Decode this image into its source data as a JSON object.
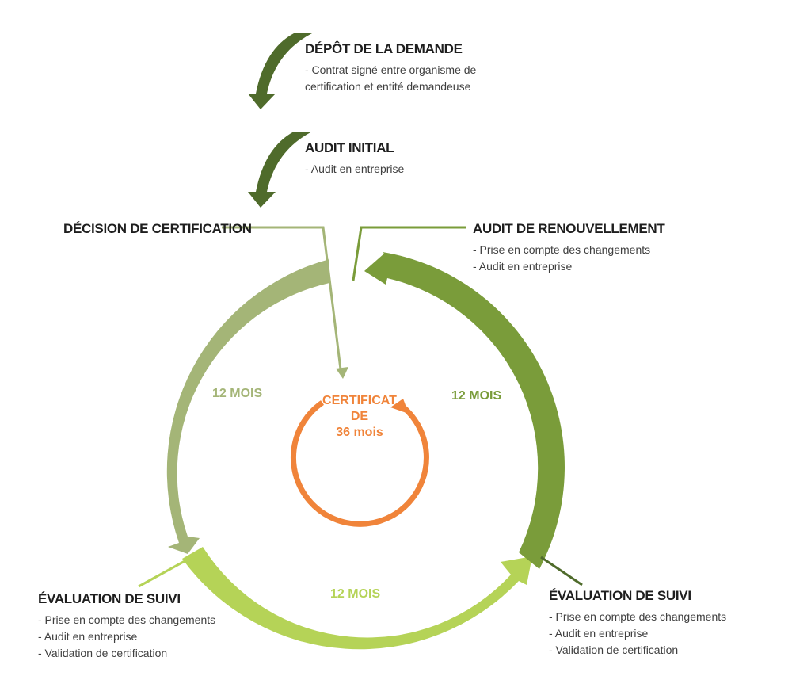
{
  "colors": {
    "dark_green": "#4f6b2b",
    "left_arc": "#a4b577",
    "right_arc": "#7a9c3a",
    "bottom_arc": "#b5d357",
    "center_orange": "#f0843a"
  },
  "steps": {
    "depot": {
      "title": "DÉPÔT DE LA DEMANDE",
      "lines": [
        "- Contrat signé entre organisme de",
        "certification et entité demandeuse"
      ]
    },
    "audit_initial": {
      "title": "AUDIT INITIAL",
      "lines": [
        "- Audit en entreprise"
      ]
    },
    "decision": {
      "title": "DÉCISION DE CERTIFICATION"
    },
    "renouvellement": {
      "title": "AUDIT DE RENOUVELLEMENT",
      "lines": [
        "- Prise en compte des changements",
        "- Audit en entreprise"
      ]
    },
    "suivi_left": {
      "title": "ÉVALUATION DE SUIVI",
      "lines": [
        "- Prise en compte des changements",
        "- Audit en entreprise",
        "- Validation de certification"
      ]
    },
    "suivi_right": {
      "title": "ÉVALUATION DE SUIVI",
      "lines": [
        "- Prise en compte des changements",
        "- Audit en entreprise",
        "- Validation de certification"
      ]
    }
  },
  "cycle": {
    "left": "12 MOIS",
    "right": "12 MOIS",
    "bottom": "12 MOIS"
  },
  "center": {
    "line1": "CERTIFICAT",
    "line2": "DE",
    "line3": "36 mois"
  }
}
